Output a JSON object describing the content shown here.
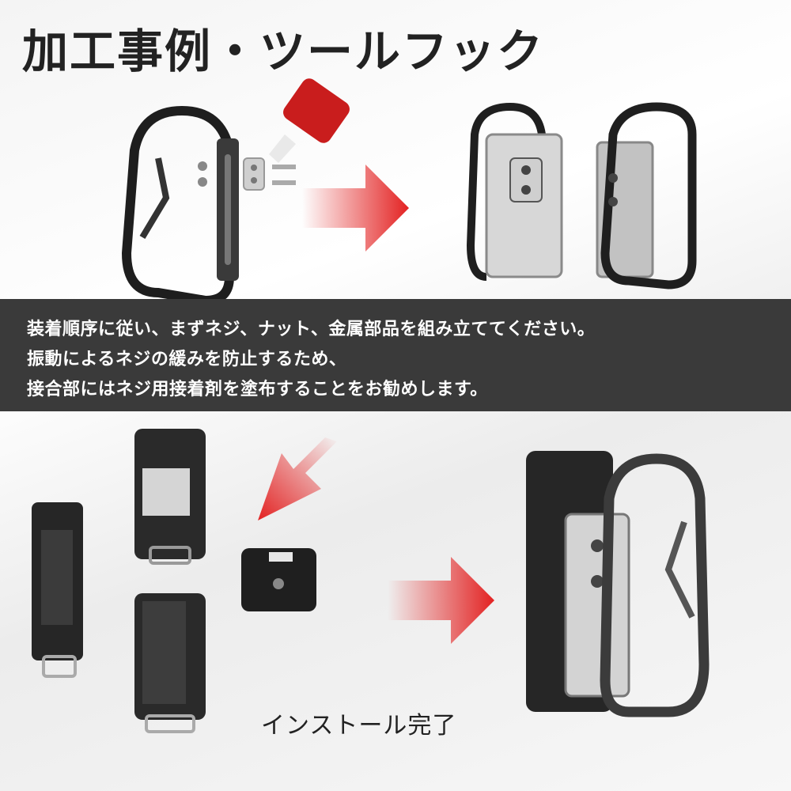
{
  "title": "加工事例・ツールフック",
  "instructions": [
    "装着順序に従い、まずネジ、ナット、金属部品を組み立ててください。",
    "振動によるネジの緩みを防止するため、",
    "接合部にはネジ用接着剤を塗布することをお勧めします。"
  ],
  "completion_caption": "インストール完了",
  "colors": {
    "accent": "#e32222",
    "banner": "#3a3a3a",
    "metal_dark": "#2b2b2b",
    "metal_light": "#c9c9c9"
  },
  "icons": {
    "arrow_right_top": "arrow-right-icon",
    "arrow_down_left": "arrow-down-left-icon",
    "arrow_right_bottom": "arrow-right-icon"
  }
}
